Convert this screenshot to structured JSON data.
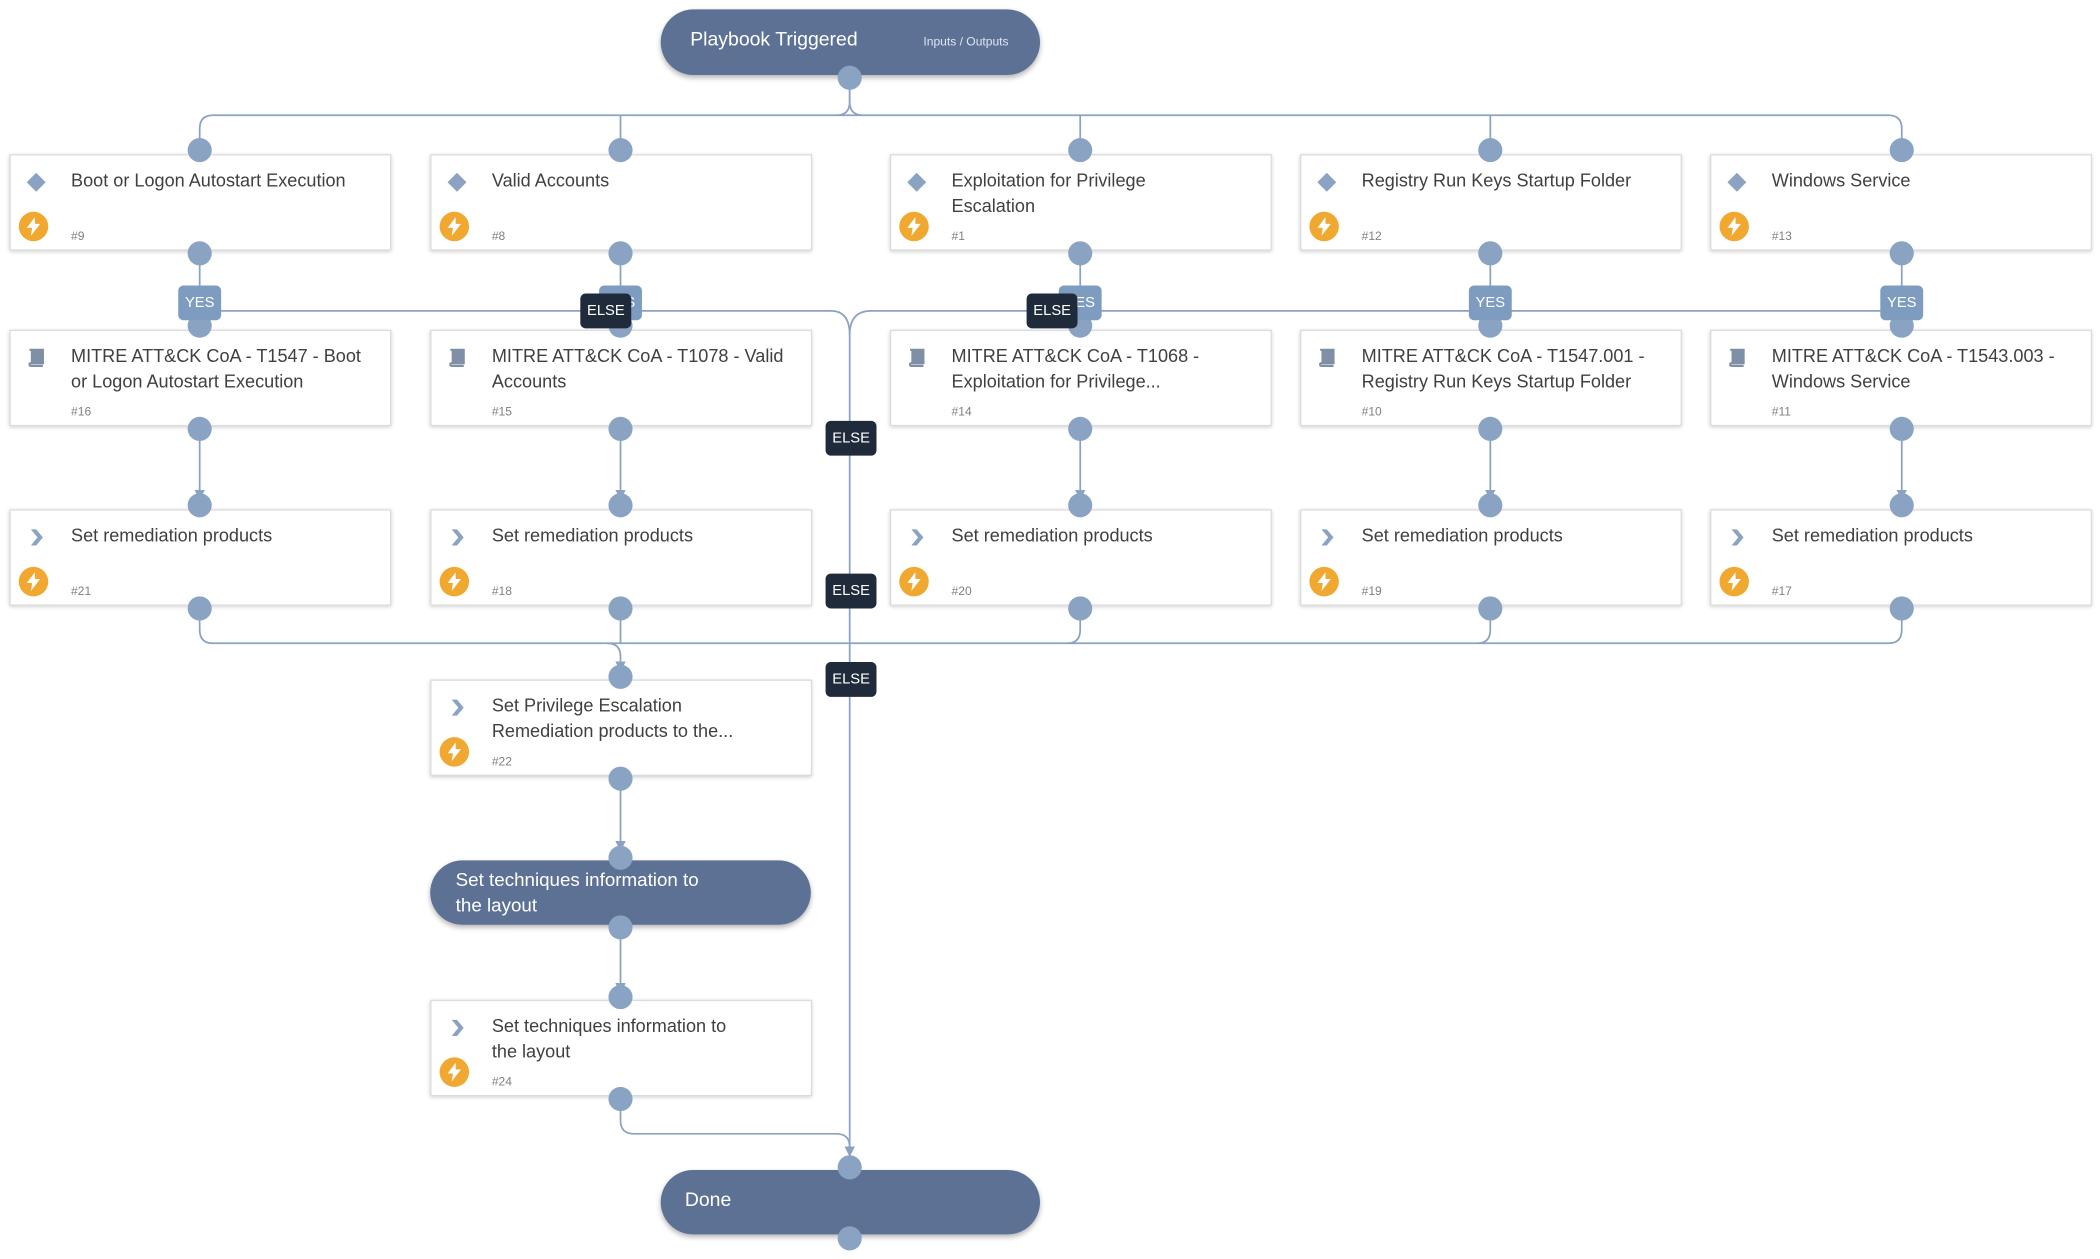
{
  "playbook": {
    "start": {
      "label": "Playbook Triggered",
      "link": "Inputs / Outputs"
    },
    "end": {
      "label": "Done"
    }
  },
  "colors": {
    "pill": "#5d7195",
    "edge": "#8ba3c2",
    "yes_badge": "#7e9cc0",
    "else_badge": "#1f2b3a",
    "bolt": "#f0a830",
    "condition_icon": "#8ba3c2",
    "subplaybook_icon": "#7f8fa5"
  },
  "nodes": {
    "n9": {
      "title": "Boot or Logon Autostart Execution",
      "id": "#9",
      "type": "condition"
    },
    "n8": {
      "title": "Valid Accounts",
      "id": "#8",
      "type": "condition"
    },
    "n1": {
      "title": "Exploitation for Privilege\nEscalation",
      "id": "#1",
      "type": "condition"
    },
    "n12": {
      "title": "Registry Run Keys Startup Folder",
      "id": "#12",
      "type": "condition"
    },
    "n13": {
      "title": "Windows Service",
      "id": "#13",
      "type": "condition"
    },
    "n16": {
      "title": "MITRE ATT&CK CoA - T1547 - Boot\nor Logon Autostart Execution",
      "id": "#16",
      "type": "playbook"
    },
    "n15": {
      "title": "MITRE ATT&CK CoA - T1078 - Valid\nAccounts",
      "id": "#15",
      "type": "playbook"
    },
    "n14": {
      "title": "MITRE ATT&CK CoA - T1068 -\nExploitation for Privilege...",
      "id": "#14",
      "type": "playbook"
    },
    "n10": {
      "title": "MITRE ATT&CK CoA - T1547.001 -\nRegistry Run Keys Startup Folder",
      "id": "#10",
      "type": "playbook"
    },
    "n11": {
      "title": "MITRE ATT&CK CoA - T1543.003 -\nWindows Service",
      "id": "#11",
      "type": "playbook"
    },
    "n21": {
      "title": "Set remediation products",
      "id": "#21",
      "type": "automation"
    },
    "n18": {
      "title": "Set remediation products",
      "id": "#18",
      "type": "automation"
    },
    "n20": {
      "title": "Set remediation products",
      "id": "#20",
      "type": "automation"
    },
    "n19": {
      "title": "Set remediation products",
      "id": "#19",
      "type": "automation"
    },
    "n17": {
      "title": "Set remediation products",
      "id": "#17",
      "type": "automation"
    },
    "n22": {
      "title": "Set Privilege Escalation\nRemediation products to the...",
      "id": "#22",
      "type": "automation"
    },
    "sec": {
      "title": "Set techniques information to\nthe layout"
    },
    "n24": {
      "title": "Set techniques information to\nthe layout",
      "id": "#24",
      "type": "automation"
    }
  },
  "labels": {
    "yes": "YES",
    "else": "ELSE"
  }
}
